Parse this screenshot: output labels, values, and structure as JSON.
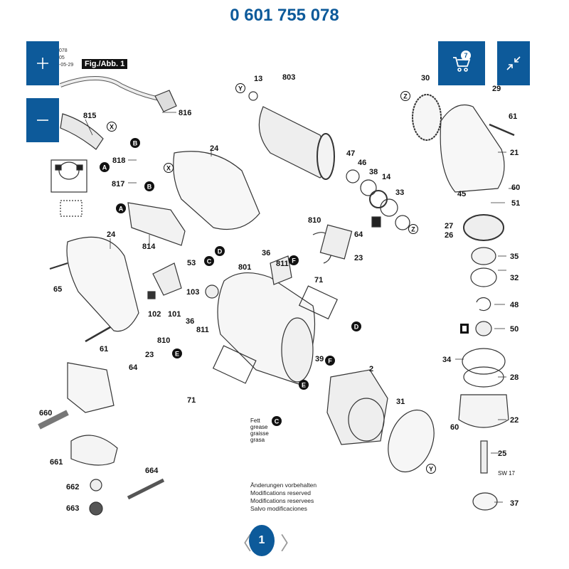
{
  "header": {
    "title": "0 601 755 078"
  },
  "toolbar": {
    "zoom_in_icon": "plus-icon",
    "zoom_out_icon": "minus-icon",
    "cart_icon": "cart-icon",
    "cart_badge": "7",
    "fullscreen_icon": "collapse-arrows-icon"
  },
  "diagram": {
    "figure_label": "Fig./Abb. 1",
    "meta_lines": [
      "078",
      "05",
      "-05-29"
    ],
    "part_labels": [
      "816",
      "815",
      "818",
      "817",
      "814",
      "24",
      "24",
      "65",
      "53",
      "102",
      "101",
      "61",
      "103",
      "801",
      "36",
      "811",
      "810",
      "64",
      "23",
      "71",
      "36",
      "811",
      "810",
      "23",
      "64",
      "71",
      "803",
      "13",
      "47",
      "46",
      "38",
      "14",
      "33",
      "39",
      "2",
      "31",
      "30",
      "29",
      "61",
      "21",
      "60",
      "51",
      "45",
      "27",
      "26",
      "35",
      "32",
      "48",
      "50",
      "34",
      "28",
      "22",
      "60",
      "25",
      "37",
      "660",
      "661",
      "662",
      "663",
      "664"
    ],
    "connector_labels": [
      "A",
      "B",
      "C",
      "D",
      "E",
      "F",
      "X",
      "Y",
      "Z"
    ],
    "grease_note": [
      "Fett",
      "grease",
      "graisse",
      "grasa"
    ],
    "sw_label": "SW 17",
    "modifications_note": [
      "Änderungen vorbehalten",
      "Modifications reserved",
      "Modifications reservees",
      "Salvo modificaciones"
    ]
  },
  "pagination": {
    "current_page": "1",
    "prev_icon": "chevron-left-icon",
    "next_icon": "chevron-right-icon"
  }
}
